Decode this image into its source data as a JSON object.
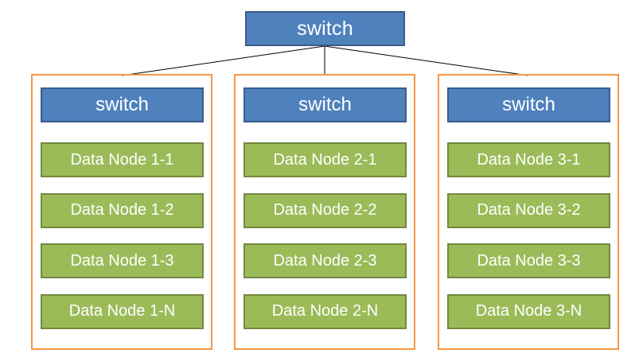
{
  "top_switch": {
    "label": "switch"
  },
  "racks": [
    {
      "switch_label": "switch",
      "nodes": [
        "Data Node 1-1",
        "Data Node 1-2",
        "Data Node 1-3",
        "Data Node 1-N"
      ]
    },
    {
      "switch_label": "switch",
      "nodes": [
        "Data Node 2-1",
        "Data Node 2-2",
        "Data Node 2-3",
        "Data Node 2-N"
      ]
    },
    {
      "switch_label": "switch",
      "nodes": [
        "Data Node 3-1",
        "Data Node 3-2",
        "Data Node 3-3",
        "Data Node 3-N"
      ]
    }
  ],
  "colors": {
    "switch_fill": "#4f81bd",
    "switch_border": "#385d8a",
    "node_fill": "#9bbb59",
    "node_border": "#71893f",
    "rack_border": "#f79646",
    "connector": "#000000"
  }
}
